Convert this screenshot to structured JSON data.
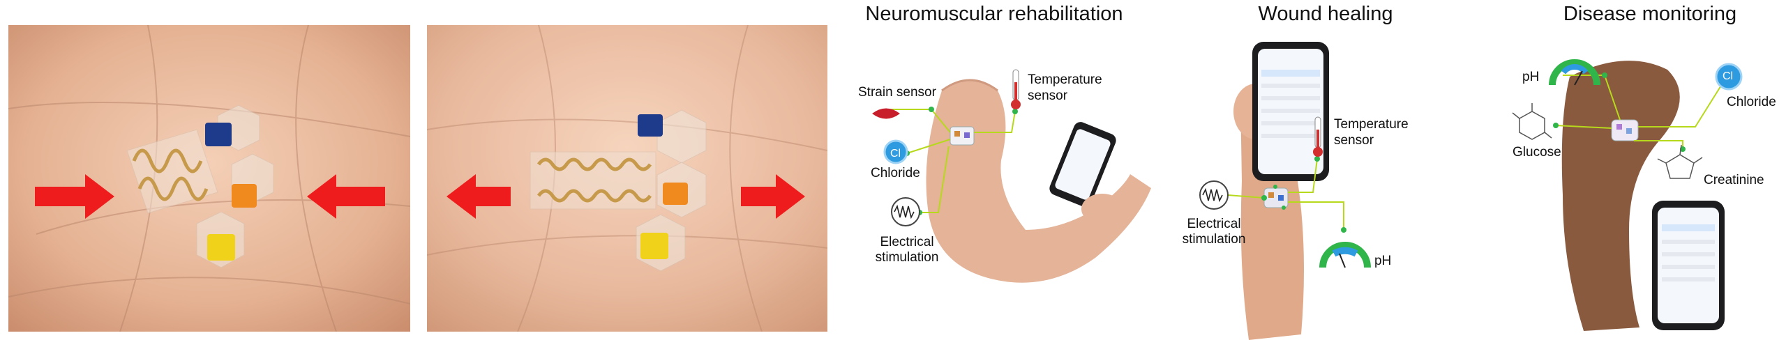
{
  "panels": {
    "neuro": {
      "title": "Neuromuscular rehabilitation",
      "labels": {
        "strain": "Strain sensor",
        "temperature_1": "Temperature",
        "temperature_2": "sensor",
        "chloride": "Chloride",
        "electrical_1": "Electrical",
        "electrical_2": "stimulation"
      }
    },
    "wound": {
      "title": "Wound healing",
      "labels": {
        "temperature_1": "Temperature",
        "temperature_2": "sensor",
        "electrical_1": "Electrical",
        "electrical_2": "stimulation",
        "ph": "pH"
      }
    },
    "disease": {
      "title": "Disease monitoring",
      "labels": {
        "ph": "pH",
        "chloride": "Chloride",
        "glucose": "Glucose",
        "creatinine": "Creatinine"
      }
    }
  },
  "icon_text": {
    "cl": "Cl",
    "chloride_symbol": "Cl"
  },
  "colors": {
    "arrow": "#ee1c1c",
    "skin": "#e2b094",
    "sensor_line": "#b7d91c",
    "sensor_dot": "#2fb54a",
    "chloride_blue": "#2e9be0",
    "dark_limb": "#8a5a3f"
  }
}
